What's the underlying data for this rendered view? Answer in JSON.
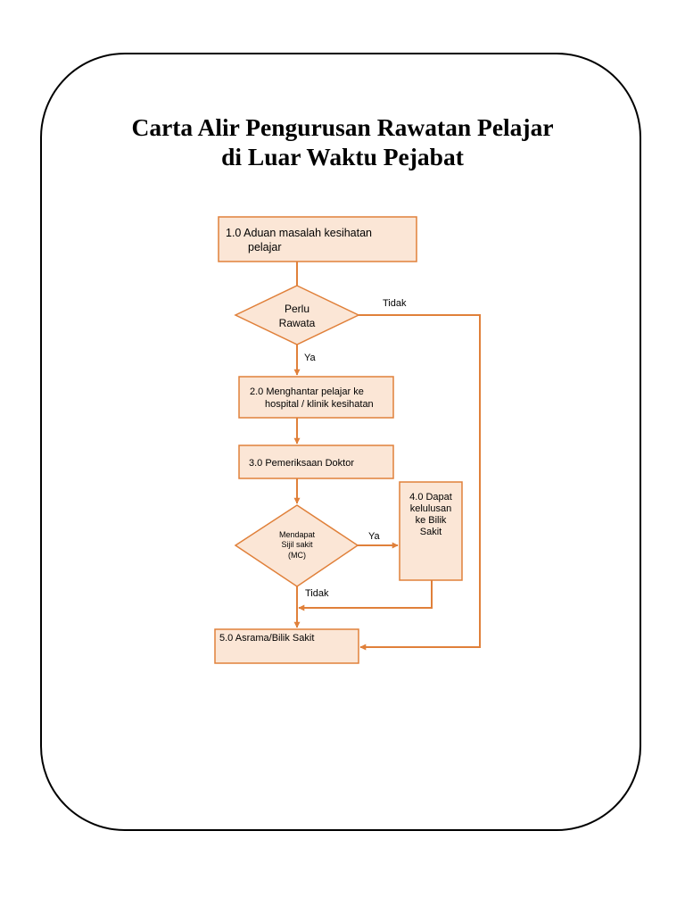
{
  "title": {
    "line1": "Carta Alir Pengurusan Rawatan Pelajar",
    "line2": "di Luar Waktu Pejabat"
  },
  "colors": {
    "stroke": "#E0803A",
    "fill": "#FBE6D6",
    "text": "#000000",
    "frame": "#000000"
  },
  "nodes": {
    "n1": {
      "line1": "1.0 Aduan masalah kesihatan",
      "line2": "pelajar"
    },
    "d1": {
      "line1": "Perlu",
      "line2": "Rawata"
    },
    "n2": {
      "line1": "2.0 Menghantar pelajar ke",
      "line2": "hospital / klinik kesihatan"
    },
    "n3": {
      "line1": "3.0 Pemeriksaan Doktor"
    },
    "d2": {
      "line1": "Mendapat",
      "line2": "Sijil sakit",
      "line3": "(MC)"
    },
    "n4": {
      "line1": "4.0 Dapat",
      "line2": "kelulusan",
      "line3": "ke Bilik",
      "line4": "Sakit"
    },
    "n5": {
      "line1": "5.0 Asrama/Bilik Sakit"
    }
  },
  "edge_labels": {
    "d1_no": "Tidak",
    "d1_yes": "Ya",
    "d2_yes": "Ya",
    "d2_no": "Tidak"
  }
}
